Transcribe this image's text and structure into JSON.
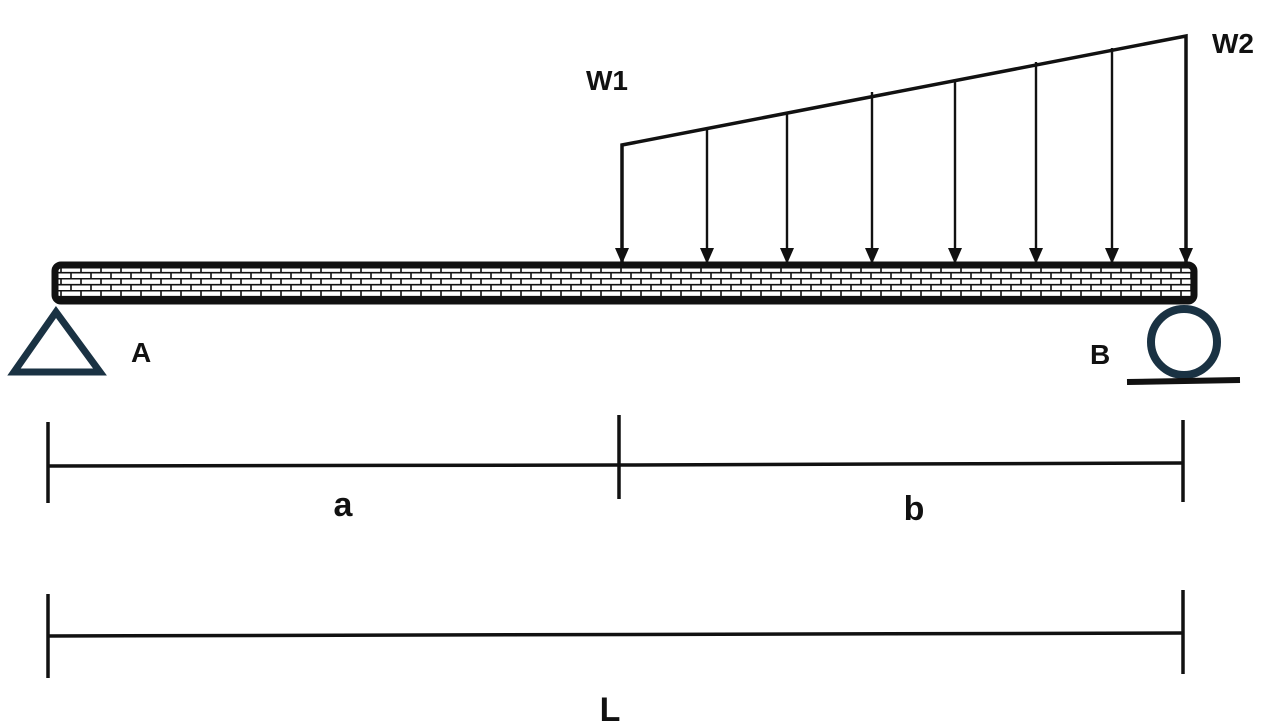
{
  "labels": {
    "load_start": "W1",
    "load_end": "W2",
    "support_left": "A",
    "support_right": "B",
    "span_a": "a",
    "span_b": "b",
    "span_total": "L"
  },
  "support_left": {
    "type": "pin",
    "icon": "pin-support-triangle-icon"
  },
  "support_right": {
    "type": "roller",
    "icon": "roller-support-icon"
  },
  "distributed_load": {
    "type": "linearly-varying",
    "arrow_count": 8,
    "direction": "down"
  },
  "colors": {
    "line": "#111111",
    "support": "#1a3243",
    "beam_fill": "#ffffff"
  }
}
